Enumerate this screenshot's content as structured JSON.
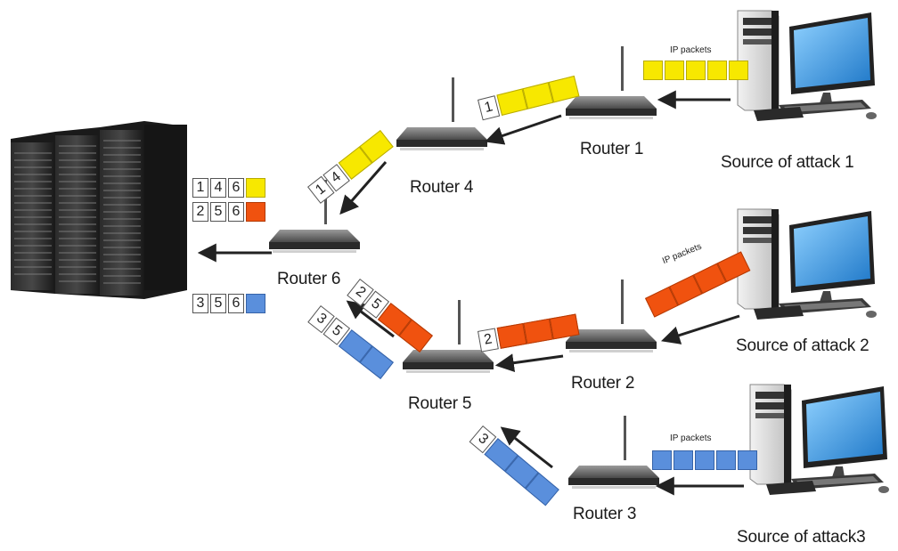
{
  "labels": {
    "router1": "Router 1",
    "router2": "Router 2",
    "router3": "Router 3",
    "router4": "Router 4",
    "router5": "Router 5",
    "router6": "Router 6",
    "source1": "Source of attack 1",
    "source2": "Source of attack 2",
    "source3": "Source of attack3",
    "ip_packets": "IP packets",
    "ip_packets_2": "IP packets"
  },
  "stamps": {
    "r1_out": [
      "1"
    ],
    "r4_out": [
      "1",
      "4"
    ],
    "r2_out": [
      "2"
    ],
    "r5_from2": [
      "2",
      "5"
    ],
    "r3_out": [
      "3"
    ],
    "r5_from3": [
      "3",
      "5"
    ],
    "server_row1": [
      "1",
      "4",
      "6"
    ],
    "server_row2": [
      "2",
      "5",
      "6"
    ],
    "server_row3": [
      "3",
      "5",
      "6"
    ]
  },
  "colors": {
    "yellow": "#f7e800",
    "orange": "#f0520f",
    "blue": "#5a8fdc"
  }
}
